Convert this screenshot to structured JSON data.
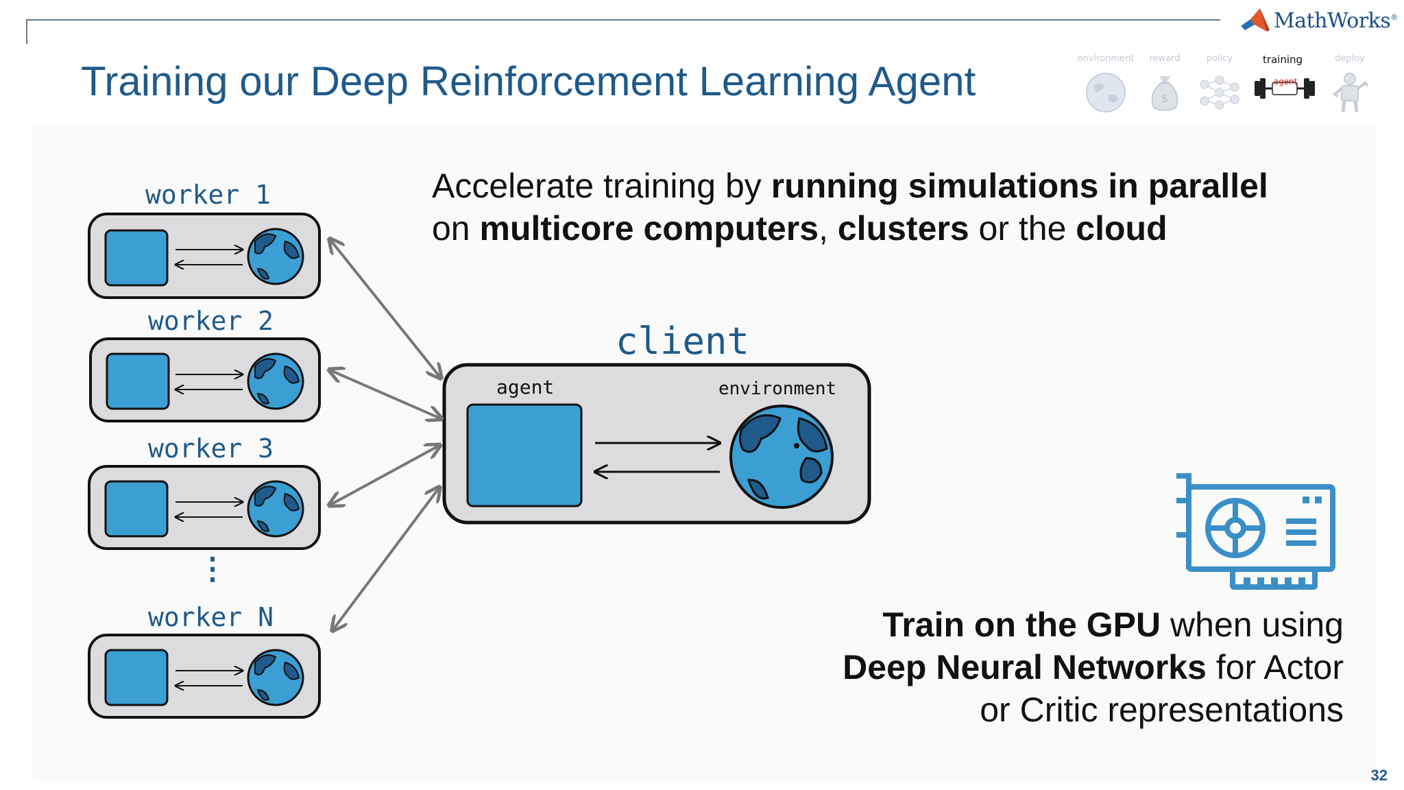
{
  "header": {
    "title": "Training our Deep Reinforcement Learning Agent",
    "brand": "MathWorks",
    "brand_mark": "®"
  },
  "progress_steps": [
    {
      "label": "environment",
      "active": false
    },
    {
      "label": "reward",
      "active": false
    },
    {
      "label": "policy",
      "active": false
    },
    {
      "label": "training",
      "active": true
    },
    {
      "label": "deploy",
      "active": false
    }
  ],
  "training_badge": "agent",
  "diagram": {
    "workers": [
      "worker 1",
      "worker 2",
      "worker 3",
      "worker N"
    ],
    "ellipsis": "⋮",
    "client_label": "client",
    "agent_label": "agent",
    "environment_label": "environment"
  },
  "top_text": {
    "line1_a": "Accelerate training by ",
    "line1_b": "running simulations in parallel",
    "line2_a": "on ",
    "line2_b": "multicore computers",
    "line2_c": ", ",
    "line2_d": "clusters",
    "line2_e": " or the ",
    "line2_f": "cloud"
  },
  "bottom_text": {
    "line1_a": "Train on the GPU",
    "line1_b": " when using",
    "line2_a": "Deep Neural Networks",
    "line2_b": " for Actor",
    "line3": "or Critic representations"
  },
  "page_number": "32",
  "colors": {
    "accent": "#1f5a8a",
    "box_blue": "#3b9fd4",
    "globe_dark": "#1f5a8a",
    "panel_gray": "#dcdcde",
    "gpu_blue": "#3b8fc7"
  }
}
